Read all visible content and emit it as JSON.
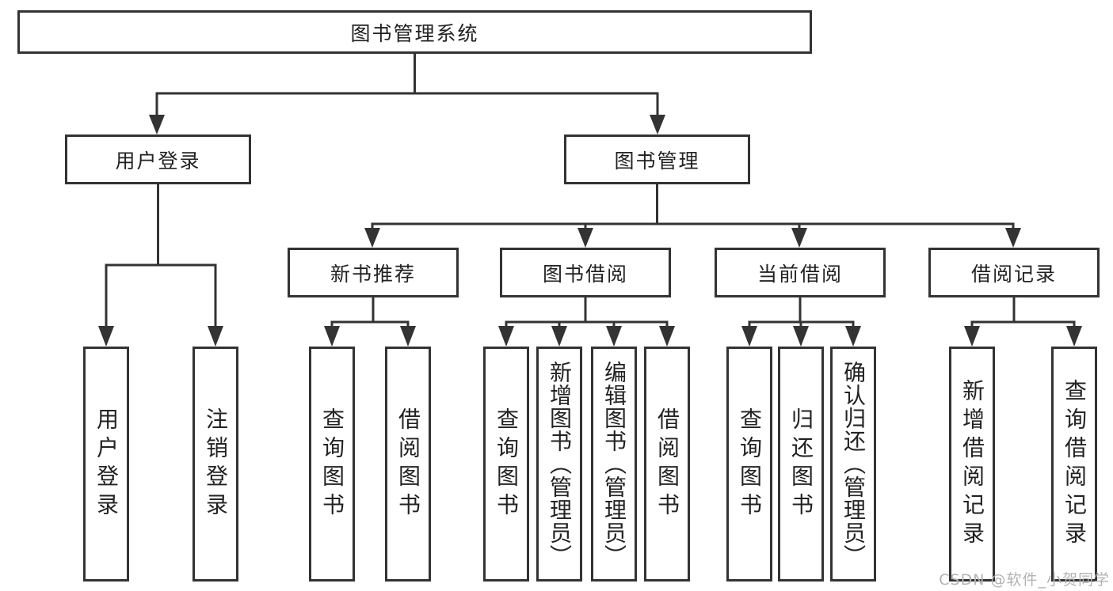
{
  "diagram": {
    "root": {
      "label": "图书管理系统"
    },
    "branches": {
      "user_login": {
        "label": "用户登录",
        "leaves": {
          "login": {
            "label": "用户登录"
          },
          "logout": {
            "label": "注销登录"
          }
        }
      },
      "book_management": {
        "label": "图书管理",
        "sections": {
          "new_book_recommend": {
            "label": "新书推荐",
            "leaves": {
              "query": {
                "label": "查询图书"
              },
              "borrow": {
                "label": "借阅图书"
              }
            }
          },
          "book_borrow": {
            "label": "图书借阅",
            "leaves": {
              "query": {
                "label": "查询图书"
              },
              "add": {
                "label": "新增图书（管理员）"
              },
              "edit": {
                "label": "编辑图书（管理员）"
              },
              "borrow": {
                "label": "借阅图书"
              }
            }
          },
          "current_borrow": {
            "label": "当前借阅",
            "leaves": {
              "query": {
                "label": "查询图书"
              },
              "return": {
                "label": "归还图书"
              },
              "confirm_return": {
                "label": "确认归还（管理员）"
              }
            }
          },
          "borrow_records": {
            "label": "借阅记录",
            "leaves": {
              "add_record": {
                "label": "新增借阅记录"
              },
              "query_record": {
                "label": "查询借阅记录"
              }
            }
          }
        }
      }
    },
    "watermark": "CSDN @软件_小贺同学",
    "colors": {
      "line": "#333333",
      "text": "#222222",
      "watermark": "#b3b3b3",
      "background": "#ffffff"
    }
  }
}
